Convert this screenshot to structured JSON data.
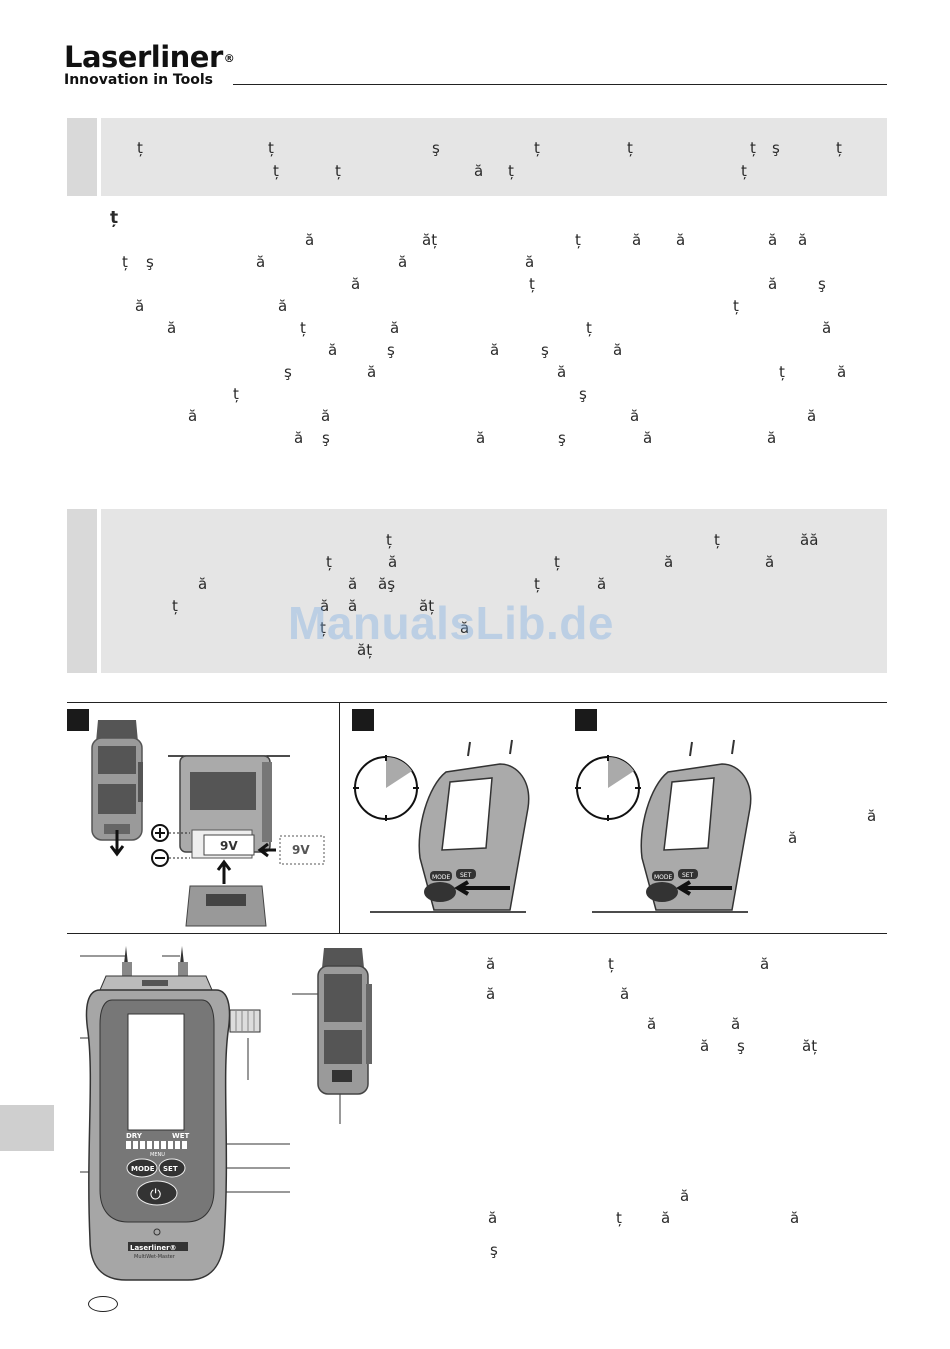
{
  "brand": {
    "name": "Laserliner",
    "registered": "®",
    "tagline": "Innovation in Tools"
  },
  "section_heading": "ț",
  "note_box_1_glyphs": [
    "ț",
    "ț",
    "ş",
    "ț",
    "ț",
    "ț",
    "ş",
    "ț",
    "ț",
    "ț",
    "ă",
    "ț",
    "ț"
  ],
  "body_glyphs": [
    "ă",
    "ăț",
    "ț",
    "ă",
    "ă",
    "ă",
    "ă",
    "ț",
    "ş",
    "ă",
    "ă",
    "ă",
    "ă",
    "ț",
    "ă",
    "ş",
    "ă",
    "ă",
    "ț",
    "ă",
    "ț",
    "ă",
    "ț",
    "ă",
    "ă",
    "ş",
    "ă",
    "ş",
    "ă",
    "ş",
    "ă",
    "ă",
    "ț",
    "ă",
    "ț",
    "ş",
    "ă",
    "ă",
    "ă",
    "ă",
    "ă",
    "ş",
    "ă",
    "ş",
    "ă",
    "ă"
  ],
  "note_box_2_glyphs": [
    "ț",
    "ț",
    "ăă",
    "ț",
    "ă",
    "ț",
    "ă",
    "ă",
    "ă",
    "ă",
    "ăş",
    "ț",
    "ă",
    "ț",
    "ă",
    "ă",
    "ăț",
    "ț",
    "ă",
    "ăț"
  ],
  "step3_glyphs": [
    "ă",
    "ă"
  ],
  "desc_glyphs": [
    "ă",
    "ț",
    "ă",
    "ă",
    "ă",
    "ă",
    "ă",
    "ă",
    "ş",
    "ăț",
    "ă",
    "ă",
    "ț",
    "ă",
    "ă",
    "ş"
  ],
  "battery_label": "9V",
  "device": {
    "scale_dry": "DRY",
    "scale_wet": "WET",
    "menu_label": "MENU",
    "mode_button": "MODE",
    "set_button": "SET",
    "power_symbol": "⏻",
    "logo": "Laserliner®",
    "model": "MultiWet-Master"
  },
  "watermark": "ManualsLib.de",
  "colors": {
    "note_bg": "#e5e5e5",
    "device_gray": "#8a8a8a",
    "device_dark": "#3a3a3a",
    "watermark": "#78aae1"
  }
}
